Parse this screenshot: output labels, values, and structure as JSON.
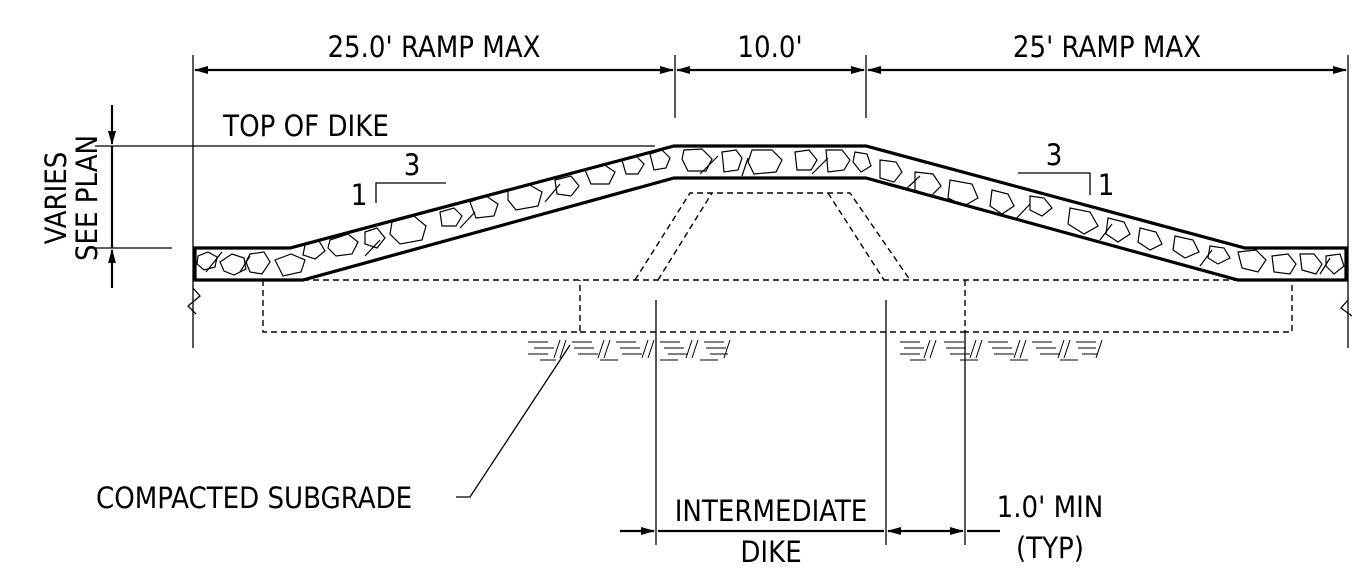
{
  "labels": {
    "ramp_left": "25.0' RAMP MAX",
    "top_width": "10.0'",
    "ramp_right": "25' RAMP MAX",
    "top_of_dike": "TOP OF DIKE",
    "varies_line1": "VARIES",
    "varies_line2": "SEE PLAN",
    "slope_left_run": "3",
    "slope_left_rise": "1",
    "slope_right_run": "3",
    "slope_right_rise": "1",
    "compacted_subgrade": "COMPACTED SUBGRADE",
    "intermediate_line1": "INTERMEDIATE",
    "intermediate_line2": "DIKE",
    "min_line1": "1.0' MIN",
    "min_line2": "(TYP)"
  }
}
